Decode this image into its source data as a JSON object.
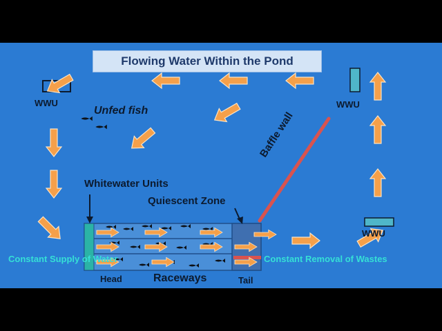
{
  "title": "Flowing Water Within the Pond",
  "labels": {
    "wwu_left": "WWU",
    "wwu_top_right": "WWU",
    "wwu_bottom_right": "WWU",
    "unfed_fish": "Unfed fish",
    "baffle_wall": "Baffle wall",
    "whitewater_units": "Whitewater Units",
    "quiescent_zone": "Quiescent Zone",
    "constant_supply": "Constant Supply of Water",
    "constant_removal": "Constant Removal of Wastes",
    "head": "Head",
    "raceways": "Raceways",
    "tail": "Tail"
  },
  "colors": {
    "background": "#2b7bd3",
    "arrow_fill": "#f5a04a",
    "baffle_wall": "#d9534f",
    "cyan_text": "#35e0d6",
    "raceway": "#4a8fd8"
  },
  "icons": [
    "flow-arrow-icon",
    "fish-icon",
    "wwu-box-icon"
  ]
}
